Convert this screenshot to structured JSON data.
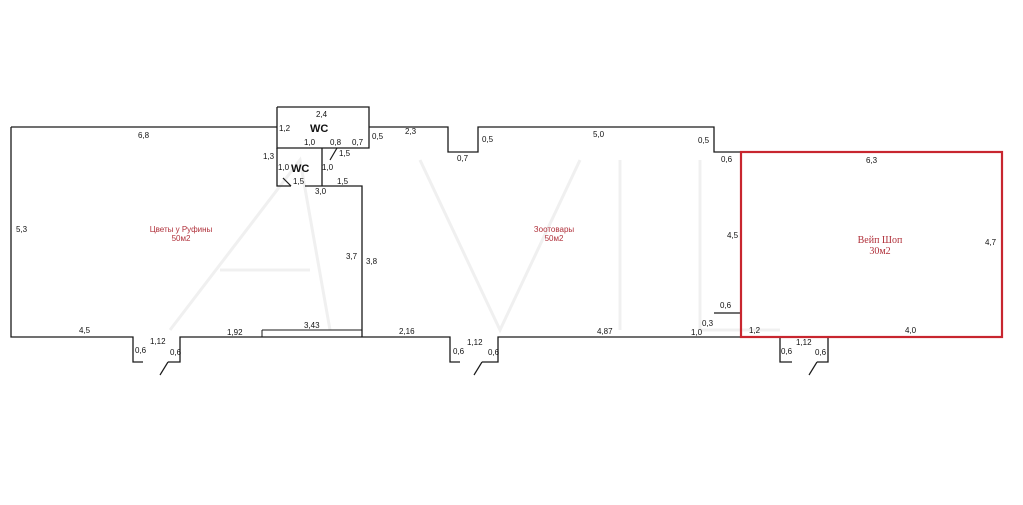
{
  "rooms": {
    "flowers": {
      "name": "Цветы у Руфины",
      "area": "50м2"
    },
    "pets": {
      "name": "Зоотовары",
      "area": "50м2"
    },
    "vape": {
      "name": "Вейп Шоп",
      "area": "30м2"
    }
  },
  "wc_labels": [
    "WC",
    "WC"
  ],
  "dimensions": {
    "d1": "6,8",
    "d2": "5,3",
    "d3": "4,5",
    "d4": "1,12",
    "d5": "0,6",
    "d6": "0,6",
    "d7": "1,92",
    "d8": "3,43",
    "d9": "2,16",
    "d10": "3,7",
    "d11": "3,8",
    "d12": "1,3",
    "d13": "1,2",
    "d14": "2,4",
    "d15": "1,0",
    "d16": "0,8",
    "d17": "0,7",
    "d18": "0,5",
    "d19": "1,5",
    "d20": "1,0",
    "d21": "1,0",
    "d22": "1,5",
    "d23": "3,0",
    "d24": "1,5",
    "d25": "2,3",
    "d26": "0,7",
    "d27": "0,5",
    "d28": "5,0",
    "d29": "0,5",
    "d30": "0,6",
    "d31": "4,5",
    "d32": "0,6",
    "d33": "0,3",
    "d34": "1,0",
    "d35": "4,87",
    "d36": "1,12",
    "d37": "0,6",
    "d38": "0,6",
    "d39": "6,3",
    "d40": "4,7",
    "d41": "1,2",
    "d42": "4,0",
    "d43": "1,12",
    "d44": "0,6",
    "d45": "0,6"
  },
  "colors": {
    "wall": "#1a1a1a",
    "highlight": "#c8262f",
    "room_label": "#b0303a"
  }
}
